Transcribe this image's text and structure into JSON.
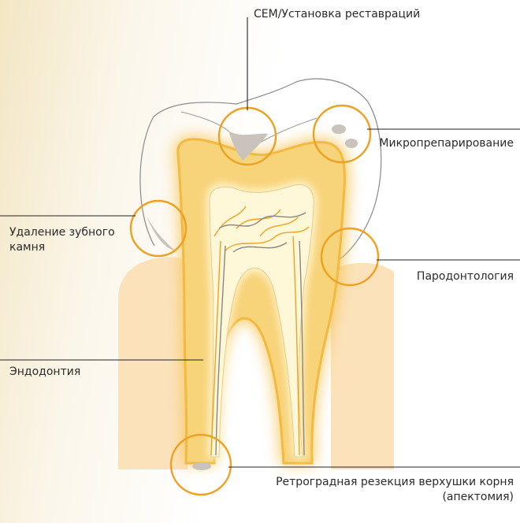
{
  "labels": {
    "cem": "CEM/Установка реставраций",
    "micro": "Микропрепарирование",
    "calculus": "Удаление зубного камня",
    "perio": "Пародонтология",
    "endo": "Эндодонтия",
    "retro": "Ретроградная резекция верхушки корня (апектомия)"
  },
  "colors": {
    "circle": "#f0a020",
    "dentin": "#f3c14a",
    "gum": "#fbe2bb",
    "pulp": "#fff6cf",
    "nerves_orange": "#f0a020",
    "nerves_grey": "#8a8480",
    "lines": "#222222"
  }
}
